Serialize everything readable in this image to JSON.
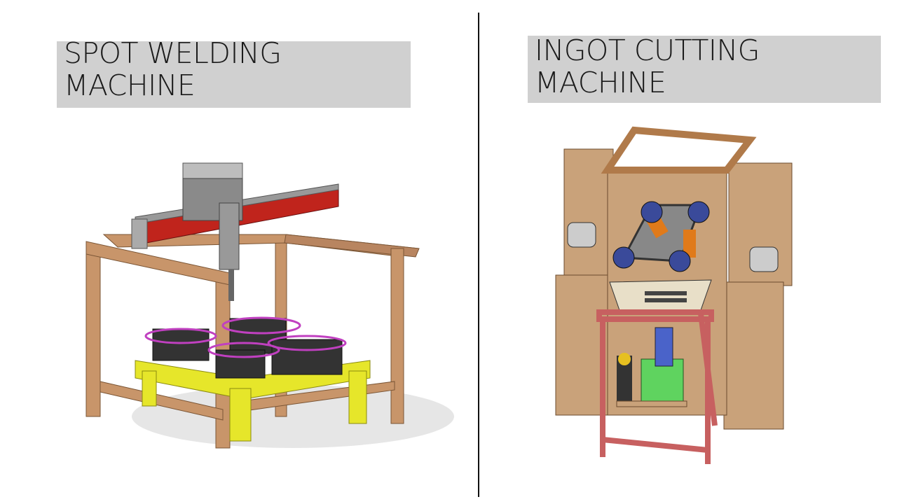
{
  "left_panel": {
    "title_lines": [
      "SPOT WELDING",
      "MACHINE"
    ],
    "figure": "spot-welding-machine-cad"
  },
  "right_panel": {
    "title_lines": [
      "INGOT CUTTING",
      "MACHINE"
    ],
    "figure": "ingot-cutting-machine-cad"
  },
  "colors": {
    "title_box": "#d0d0d0",
    "wood": "#c8956a",
    "red_rail": "#c0241c",
    "yellow_table": "#e6e62a",
    "frame_red": "#c76060",
    "green": "#5fd35f",
    "orange": "#e07a1a"
  }
}
